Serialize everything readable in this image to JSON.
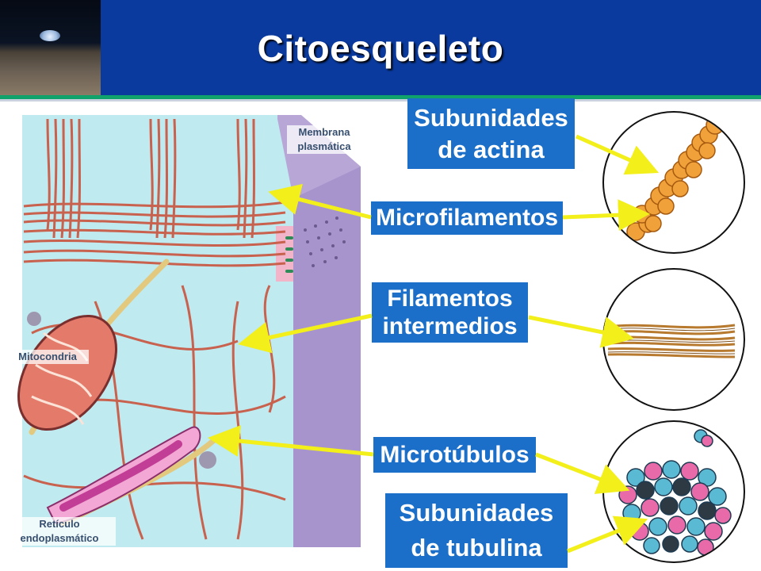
{
  "slide": {
    "title": "Citoesqueleto"
  },
  "labels": {
    "actin_subunits": [
      "Subunidades",
      "de actina"
    ],
    "microfilaments": "Microfilamentos",
    "intermediate_filaments": [
      "Filamentos",
      "intermedios"
    ],
    "microtubules": "Microtúbulos",
    "tubulin_subunits": [
      "Subunidades",
      "de tubulina"
    ]
  },
  "figure_labels": {
    "membrane": [
      "Membrana",
      "plasmática"
    ],
    "mitochondria": "Mitocondria",
    "er": [
      "Retículo",
      "endoplasmático"
    ]
  },
  "colors": {
    "header": "#0a3a9e",
    "label_box": "#1b6fc8",
    "arrow": "#f2ef1a",
    "stripe": "#0fa26a",
    "filament": "#c8614d",
    "cytoplasm": "#bfeaf0",
    "membrane": "#b7a6d6",
    "actin_bead": "#f0a13a",
    "tubulin_blue": "#5bbad3",
    "tubulin_pink": "#e86aa8"
  },
  "icons": [
    "earth-photo",
    "cell-illustration",
    "actin-illustration",
    "intermediate-filament-illustration",
    "microtubule-illustration"
  ]
}
